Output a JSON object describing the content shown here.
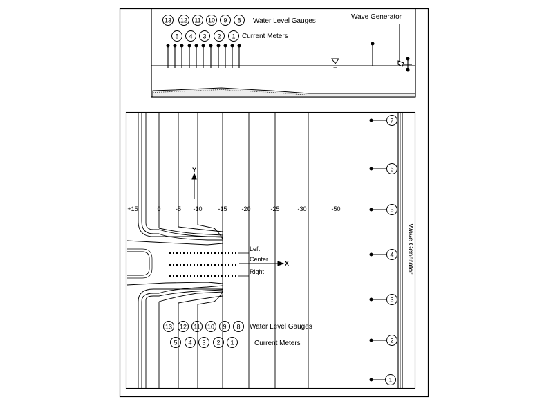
{
  "profile": {
    "gauges_label": "Water Level Gauges",
    "meters_label": "Current Meters",
    "wave_generator_label": "Wave Generator",
    "gauges": [
      "13",
      "12",
      "11",
      "10",
      "9",
      "8"
    ],
    "meters": [
      "5",
      "4",
      "3",
      "2",
      "1"
    ]
  },
  "plan": {
    "contour_labels": [
      "+15",
      "0",
      "-5",
      "-10",
      "-15",
      "-20",
      "-25",
      "-30",
      "-50"
    ],
    "axis_y": "Y",
    "axis_x": "X",
    "transects": [
      "Left",
      "Center",
      "Right"
    ],
    "gauges_label": "Water Level Gauges",
    "meters_label": "Current Meters",
    "gauges": [
      "13",
      "12",
      "11",
      "10",
      "9",
      "8"
    ],
    "meters": [
      "5",
      "4",
      "3",
      "2",
      "1"
    ],
    "wave_generator_label": "Wave Generator",
    "wavemaker_gauges": [
      "7",
      "6",
      "5",
      "4",
      "3",
      "2",
      "1"
    ]
  }
}
